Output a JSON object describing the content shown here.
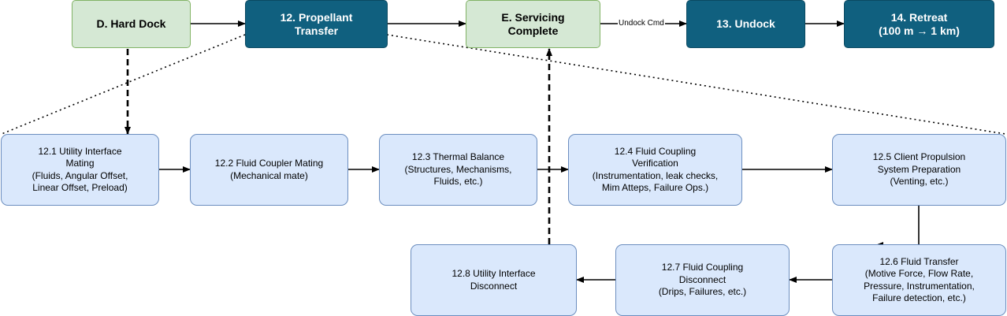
{
  "top_row": [
    {
      "id": "hard_dock",
      "text": "D. Hard Dock",
      "style": "green"
    },
    {
      "id": "propellant_transfer",
      "text": "12. Propellant\nTransfer",
      "style": "dark"
    },
    {
      "id": "servicing_complete",
      "text": "E. Servicing\nComplete",
      "style": "green"
    },
    {
      "id": "undock",
      "text": "13. Undock",
      "style": "dark"
    },
    {
      "id": "retreat",
      "text": "14. Retreat\n(100 m → 1 km)",
      "style": "dark"
    }
  ],
  "substeps": [
    {
      "id": "s12_1",
      "text": "12.1 Utility Interface\nMating\n(Fluids, Angular Offset,\nLinear Offset, Preload)"
    },
    {
      "id": "s12_2",
      "text": "12.2 Fluid Coupler Mating\n(Mechanical mate)"
    },
    {
      "id": "s12_3",
      "text": "12.3 Thermal Balance\n(Structures, Mechanisms,\nFluids, etc.)"
    },
    {
      "id": "s12_4",
      "text": "12.4 Fluid Coupling\nVerification\n(Instrumentation, leak checks,\nMim Atteps, Failure Ops.)"
    },
    {
      "id": "s12_5",
      "text": "12.5 Client Propulsion\nSystem Preparation\n(Venting, etc.)"
    },
    {
      "id": "s12_6",
      "text": "12.6 Fluid Transfer\n(Motive Force, Flow Rate,\nPressure, Instrumentation,\nFailure detection, etc.)"
    },
    {
      "id": "s12_7",
      "text": "12.7 Fluid Coupling\nDisconnect\n(Drips, Failures, etc.)"
    },
    {
      "id": "s12_8",
      "text": "12.8 Utility Interface\nDisconnect"
    }
  ],
  "edge_labels": {
    "undock_cmd": "Undock Cmd"
  },
  "colors": {
    "green_fill": "#d5e8d4",
    "green_stroke": "#82b366",
    "dark_fill": "#10607f",
    "sub_fill": "#dae8fc",
    "sub_stroke": "#6c8ebf",
    "edge": "#000000"
  }
}
